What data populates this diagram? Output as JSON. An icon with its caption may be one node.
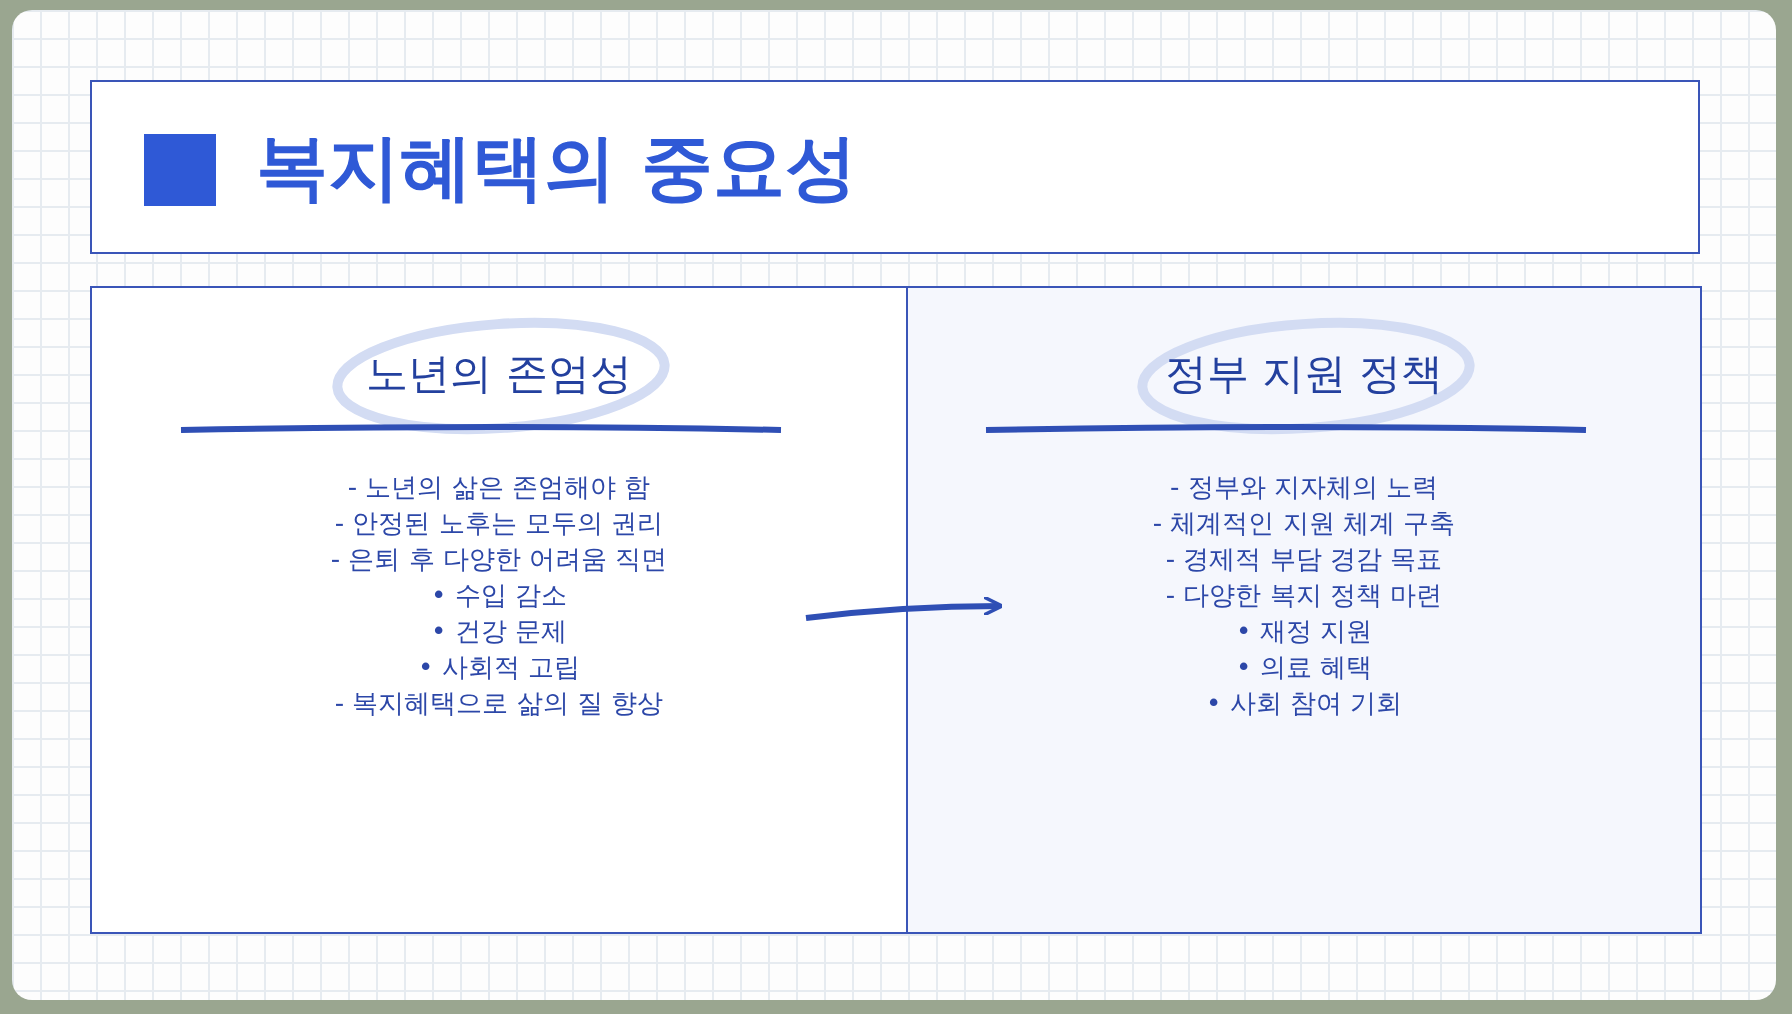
{
  "diagram": {
    "title": "복지혜택의 중요성",
    "nodes": [
      {
        "text": [
          "노년의 존엄성",
          "- 노년의 삶은 존엄해야 함",
          "- 안정된 노후는 모두의 권리",
          "- 은퇴 후 다양한 어려움 직면",
          "• 수입 감소",
          "• 건강 문제",
          "• 사회적 고립",
          "- 복지혜택으로 삶의 질 향상"
        ]
      },
      {
        "text": [
          "정부 지원 정책",
          "- 정부와 지자체의 노력",
          "- 체계적인 지원 체계 구축",
          "- 경제적 부담 경감 목표",
          "- 다양한 복지 정책 마련",
          "• 재정 지원",
          "• 의료 혜택",
          "• 사회 참여 기회"
        ]
      }
    ],
    "edges": [
      {
        "from": 0,
        "to": 1,
        "arrow": "to"
      }
    ]
  }
}
